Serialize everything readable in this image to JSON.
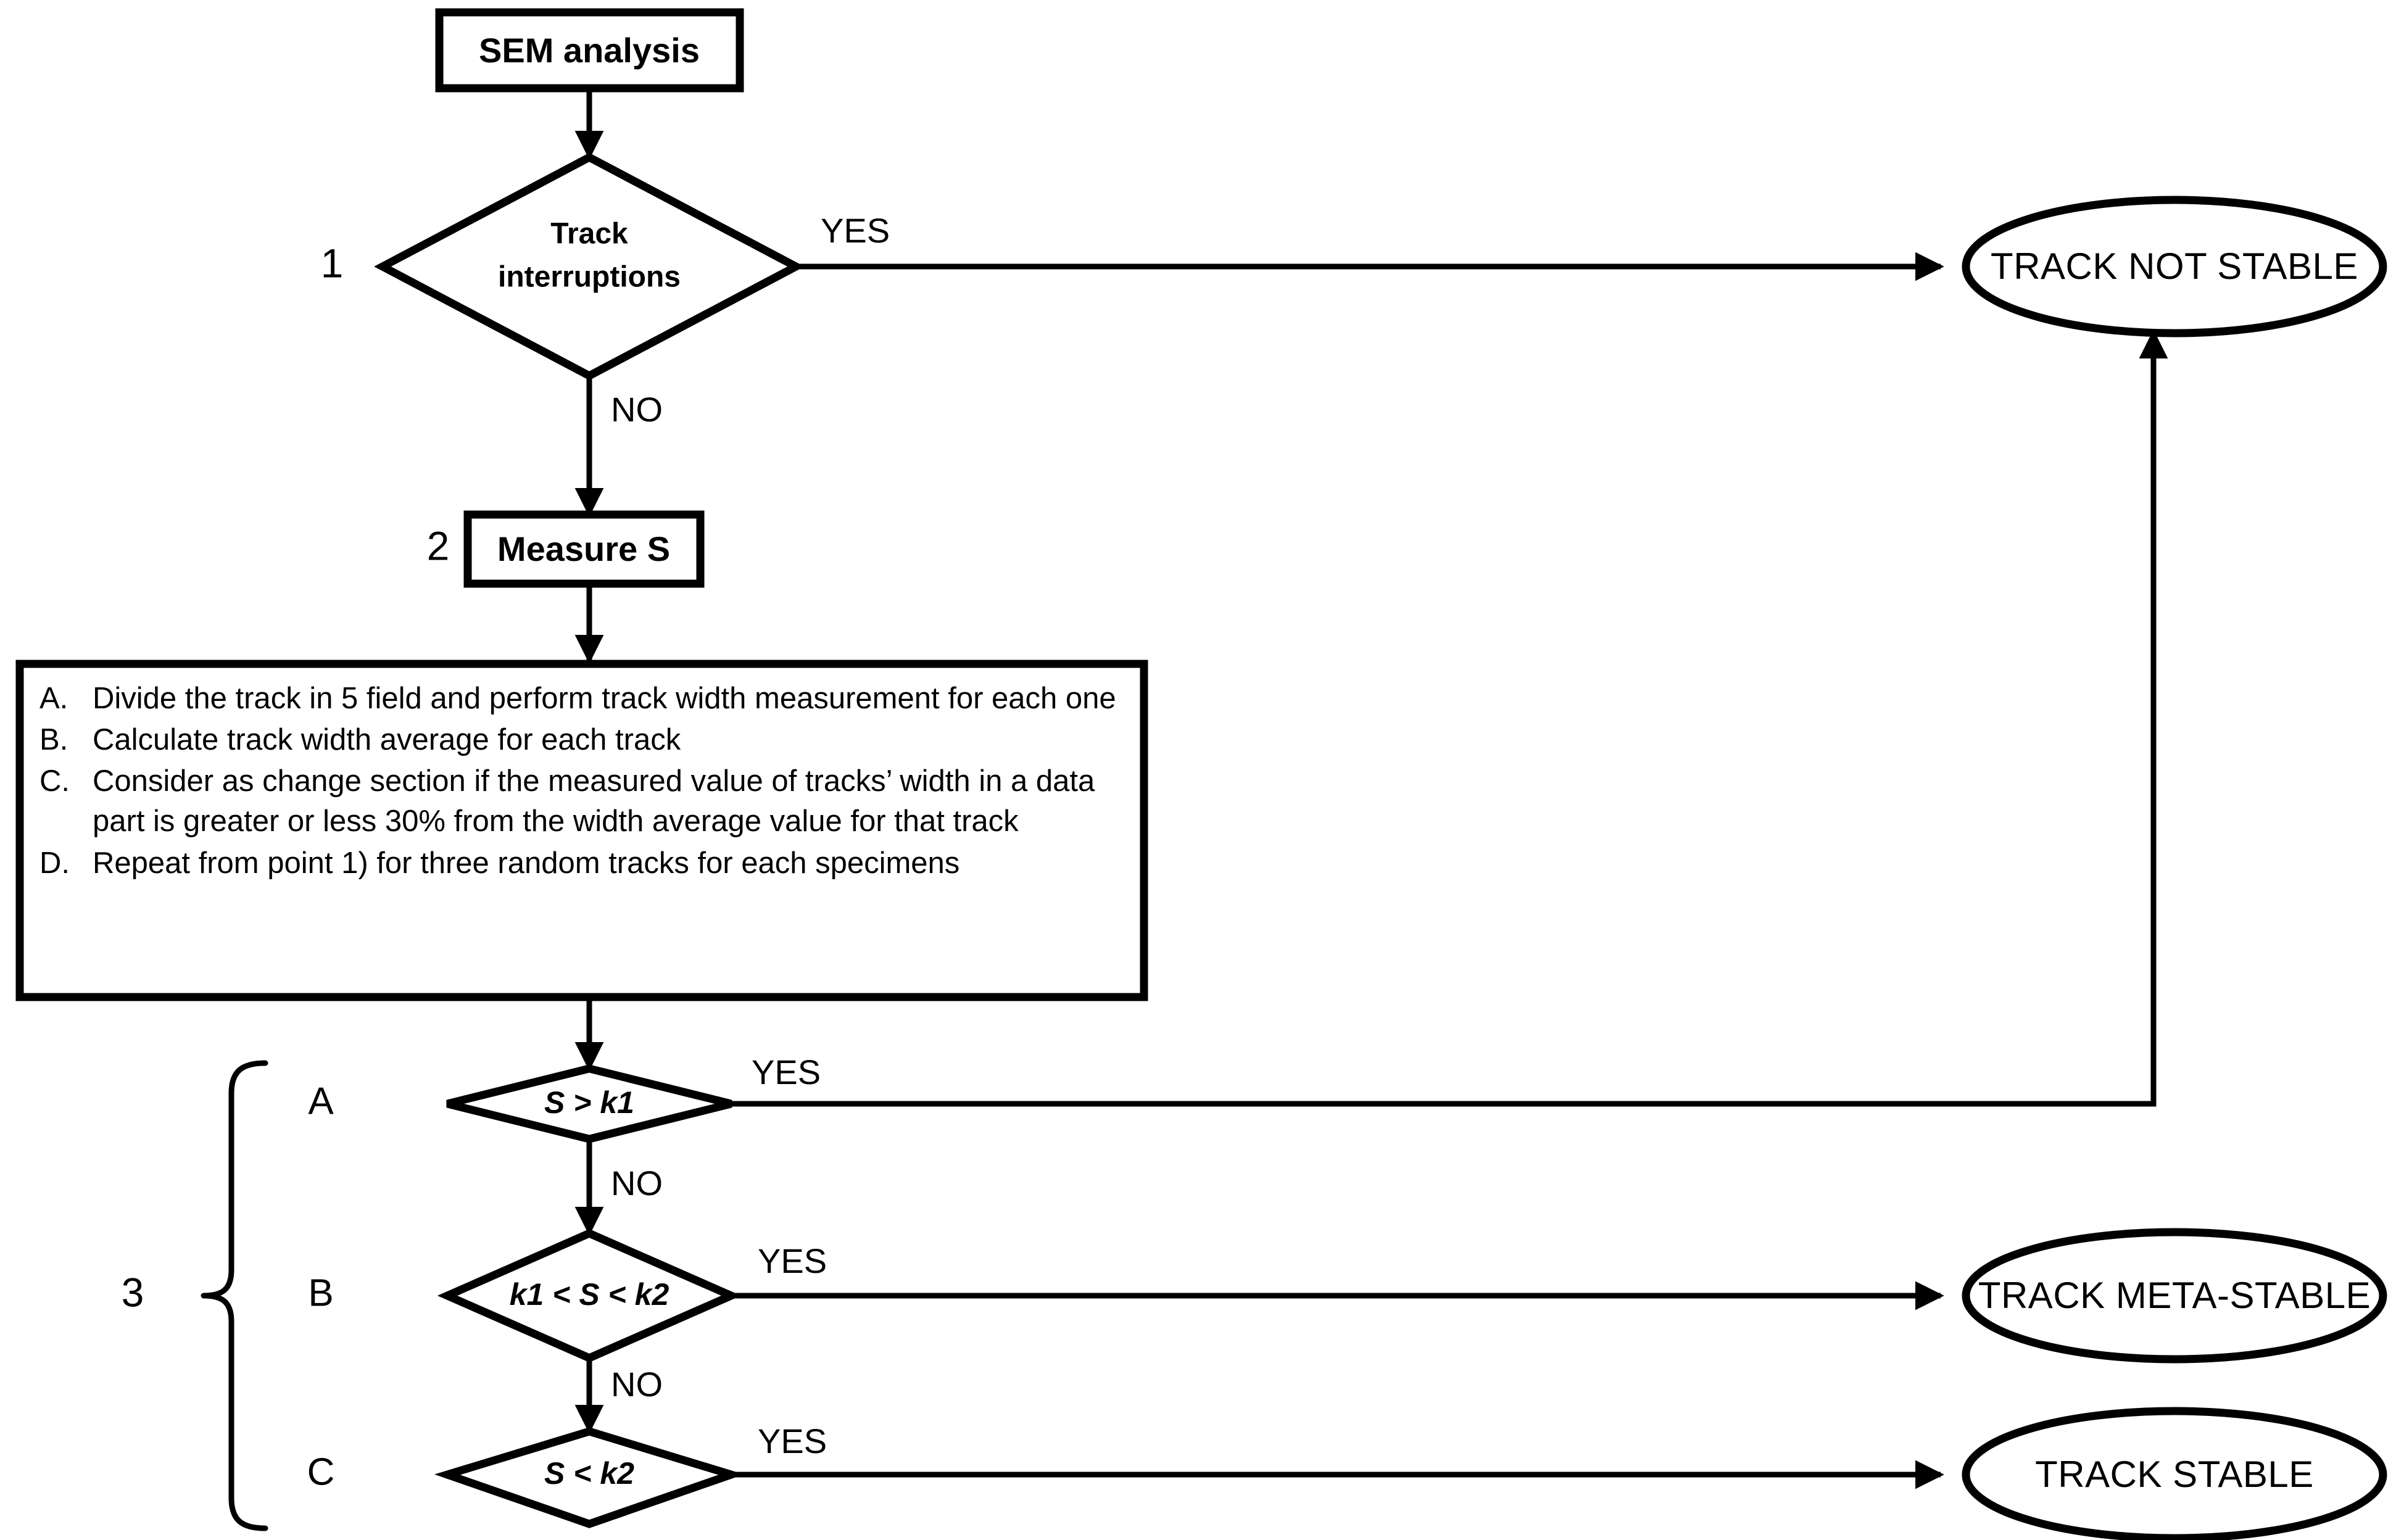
{
  "diagram": {
    "title": "SEM analysis track stability decision flowchart",
    "type": "flowchart",
    "background_color": "#ffffff",
    "line_color": "#000000"
  },
  "nodes": {
    "start": {
      "label": "SEM analysis",
      "shape": "process-box"
    },
    "decision_1": {
      "step_number": "1",
      "line1": "Track",
      "line2": "interruptions",
      "shape": "diamond"
    },
    "process_2": {
      "step_number": "2",
      "label": "Measure S",
      "shape": "process-box"
    },
    "procedure_box": {
      "shape": "box",
      "items": [
        {
          "marker": "A.",
          "text": "Divide the track in 5 field and perform track width measurement for each one"
        },
        {
          "marker": "B.",
          "text": "Calculate track width average for each track"
        },
        {
          "marker": "C.",
          "text": "Consider as change section if the measured value of tracks’ width in a data part is greater or less 30% from the width average value for that track"
        },
        {
          "marker": "D.",
          "text": "Repeat from point 1) for three random tracks for each specimens"
        }
      ]
    },
    "group_3": {
      "step_number": "3",
      "branch_letters": [
        "A",
        "B",
        "C"
      ]
    },
    "decision_a": {
      "branch_letter": "A",
      "label": "S > k1",
      "shape": "diamond"
    },
    "decision_b": {
      "branch_letter": "B",
      "label": "k1 < S < k2",
      "shape": "diamond"
    },
    "decision_c": {
      "branch_letter": "C",
      "label": "S < k2",
      "shape": "diamond"
    },
    "terminal_not_stable": {
      "label": "TRACK NOT STABLE",
      "shape": "ellipse"
    },
    "terminal_meta_stable": {
      "label": "TRACK META-STABLE",
      "shape": "ellipse"
    },
    "terminal_stable": {
      "label": "TRACK STABLE",
      "shape": "ellipse"
    }
  },
  "edges": {
    "d1_yes": "YES",
    "d1_no": "NO",
    "da_yes": "YES",
    "da_no": "NO",
    "db_yes": "YES",
    "db_no": "NO",
    "dc_yes": "YES"
  }
}
